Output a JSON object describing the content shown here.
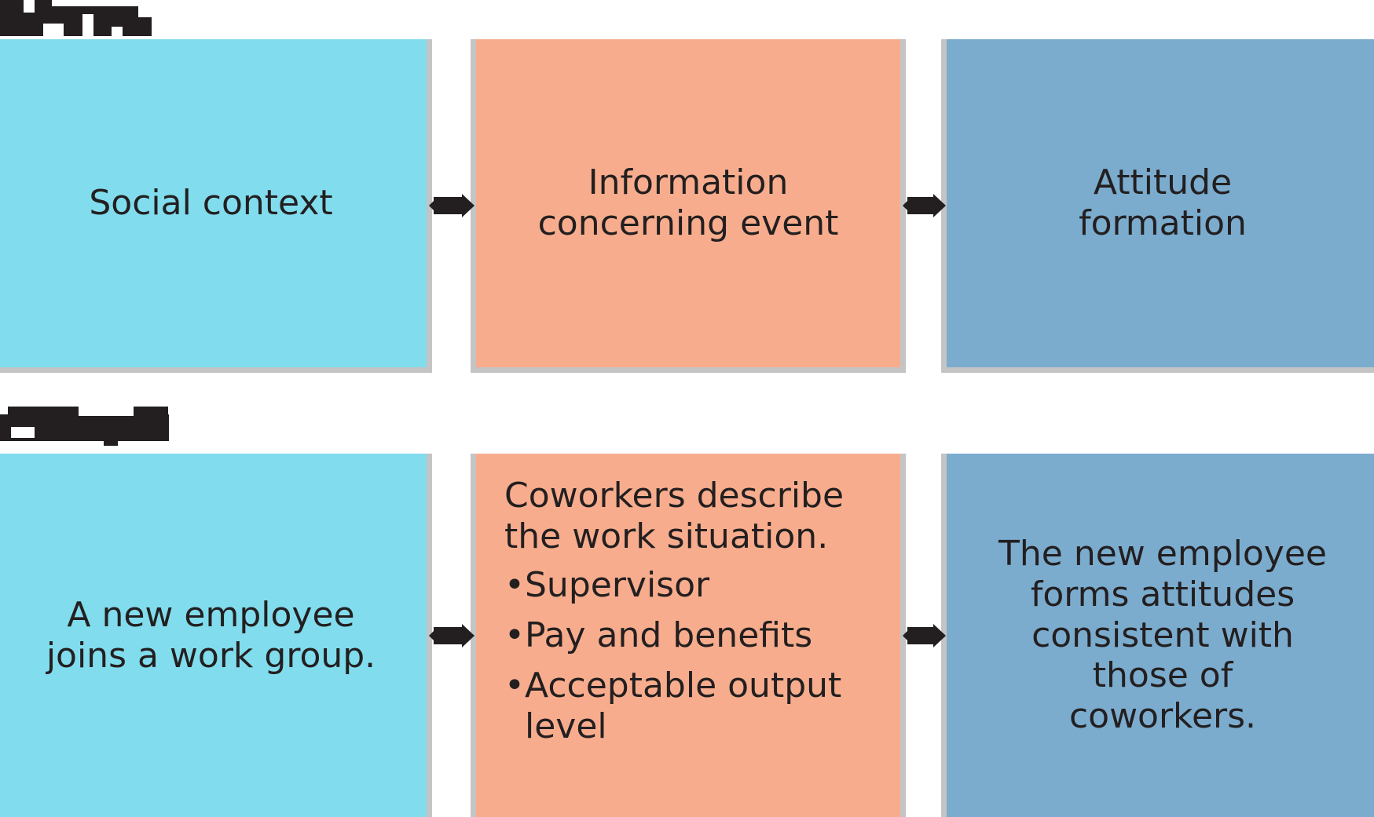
{
  "figure": {
    "kind": "process-flow-diagram",
    "palette": {
      "cyan": "#81dced",
      "salmon": "#f7ad8d",
      "blue": "#7bacce",
      "edge_gray": "#c4c4c4",
      "ink": "#231f20",
      "background": "#ffffff"
    }
  },
  "rows": [
    {
      "id": "model-row",
      "label": {
        "text": "",
        "state": "redacted-black-bar",
        "note": "solid black redaction bar, text not legible"
      },
      "boxes": [
        {
          "id": "social-context",
          "text": "Social context",
          "color_key": "cyan"
        },
        {
          "id": "information-event",
          "text": "Information\nconcerning event",
          "color_key": "salmon"
        },
        {
          "id": "attitude-formation",
          "text": "Attitude\nformation",
          "color_key": "blue"
        }
      ],
      "arrows": [
        {
          "id": "arrow-1",
          "from": "social-context",
          "to": "information-event",
          "direction": "right"
        },
        {
          "id": "arrow-2",
          "from": "information-event",
          "to": "attitude-formation",
          "direction": "right"
        }
      ]
    },
    {
      "id": "example-row",
      "label": {
        "text": "",
        "state": "redacted-black-bar",
        "note": "solid black redaction bar, text not legible"
      },
      "boxes": [
        {
          "id": "new-employee-joins",
          "text": "A new employee\njoins a work group.",
          "color_key": "cyan"
        },
        {
          "id": "coworkers-describe",
          "color_key": "salmon",
          "lead": "Coworkers describe the work situation.",
          "bullet_glyph": "•",
          "bullets": [
            "Supervisor",
            "Pay and benefits",
            "Acceptable output level"
          ]
        },
        {
          "id": "forms-attitudes",
          "text": "The new employee forms attitudes consistent with those of coworkers.",
          "color_key": "blue"
        }
      ],
      "arrows": [
        {
          "id": "arrow-3",
          "from": "new-employee-joins",
          "to": "coworkers-describe",
          "direction": "right"
        },
        {
          "id": "arrow-4",
          "from": "coworkers-describe",
          "to": "forms-attitudes",
          "direction": "right"
        }
      ]
    }
  ]
}
